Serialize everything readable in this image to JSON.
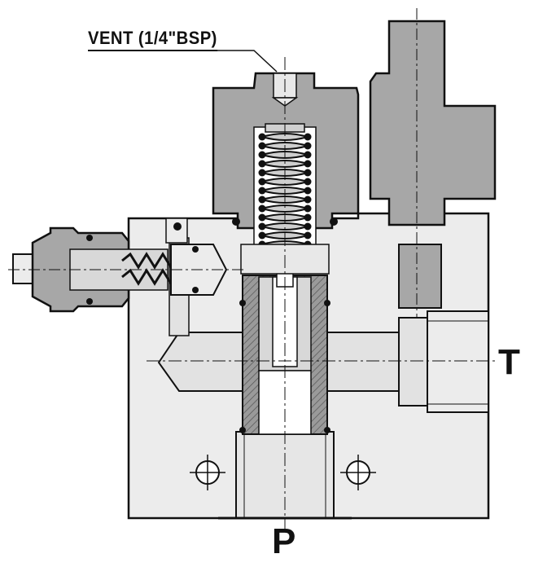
{
  "labels": {
    "vent": "VENT (1/4\"BSP)",
    "port_t": "T",
    "port_p": "P"
  },
  "colors": {
    "body_fill": "#ececec",
    "dark_fill": "#a7a7a7",
    "line": "#111111",
    "white": "#ffffff"
  }
}
